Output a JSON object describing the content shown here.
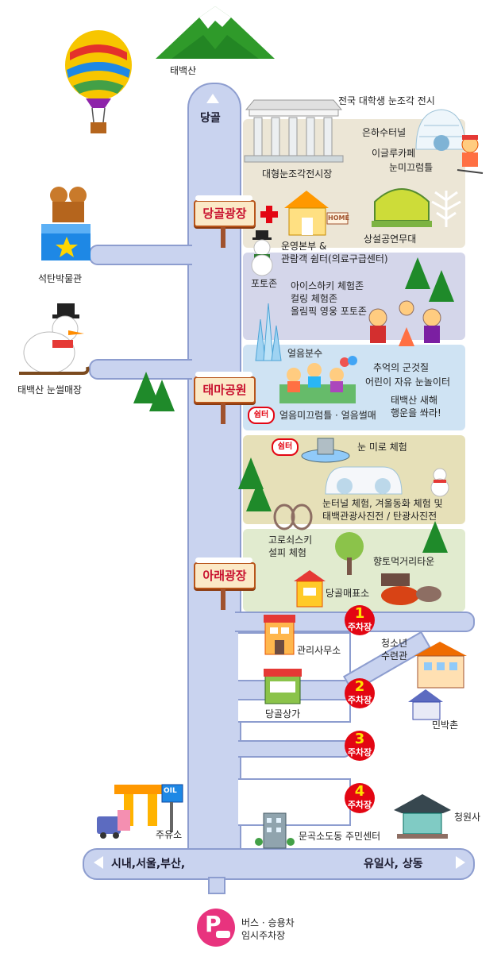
{
  "colors": {
    "road": "#c9d3ef",
    "road_border": "#8d9dcf",
    "zone_dangol": "#ece6d6",
    "zone_lavender": "#d4d6ea",
    "zone_blue": "#cfe3f3",
    "zone_olive": "#e6e0b8",
    "zone_green": "#e1ebcf",
    "parking_red": "#e30613",
    "parking_number": "#ffe200",
    "bus_parking_pink": "#e8337e"
  },
  "top": {
    "mountain_label": "태백산",
    "road_top_label": "당골"
  },
  "signs": {
    "dangol_plaza": "당골광장",
    "taema_park": "태마공원",
    "lower_plaza": "아래광장"
  },
  "attractions": {
    "sculpture_exhibit": "전국 대학생 눈조각 전시",
    "galaxy_tunnel": "은하수터널",
    "igloo_cafe": "이글루카페",
    "snow_slide": "눈미끄럼틀",
    "sculpture_hall": "대형눈조각전시장",
    "hq_shelter": "운영본부 &\n관람객 쉼터(의료구급센터)",
    "performance_stage": "상설공연무대",
    "photo_zone": "포토존",
    "ice_zones": "아이스하키 체험존\n컬링 체험존\n올림픽 영웅 포토존",
    "ice_fountain": "얼음분수",
    "memory_snacks": "추억의 군것질",
    "kids_snow_play": "어린이 자유 눈놀이터",
    "new_year_arrows": "태백산 새해\n행운을 쏴라!",
    "ice_slide_sled": "얼음미끄럼틀 · 얼음썰매",
    "snow_maze": "눈 미로 체험",
    "snow_tunnel": "눈터널 체험, 겨울동화 체험 및\n태백관광사진전 / 탄광사진전",
    "goroshoe_ski": "고로쇠스키\n설피 체험",
    "local_food_street": "향토먹거리타운",
    "ticket_office": "당골매표소",
    "home_sign": "HOME",
    "shelter_badge": "쉼터"
  },
  "left_side": {
    "coal_museum": "석탄박물관",
    "snowman_shop": "태백산 눈썰매장",
    "gas_station": "주유소",
    "oil_sign": "OIL"
  },
  "facilities": {
    "management_office": "관리사무소",
    "dangol_shops": "당골상가",
    "youth_center": "청소년\n수련관",
    "lodging_village": "민박촌",
    "community_center": "문곡소도동 주민센터",
    "cheongwonsa": "청원사"
  },
  "parking": [
    {
      "number": "1",
      "label": "주차장"
    },
    {
      "number": "2",
      "label": "주차장"
    },
    {
      "number": "3",
      "label": "주차장"
    },
    {
      "number": "4",
      "label": "주차장"
    }
  ],
  "bottom_road": {
    "left": "시내,서울,부산,",
    "right": "유일사,  상동",
    "left_arrow_icon": "triangle-left",
    "right_arrow_icon": "triangle-right"
  },
  "bus_parking": {
    "letter": "P",
    "label": "버스 · 승용차\n임시주차장"
  }
}
